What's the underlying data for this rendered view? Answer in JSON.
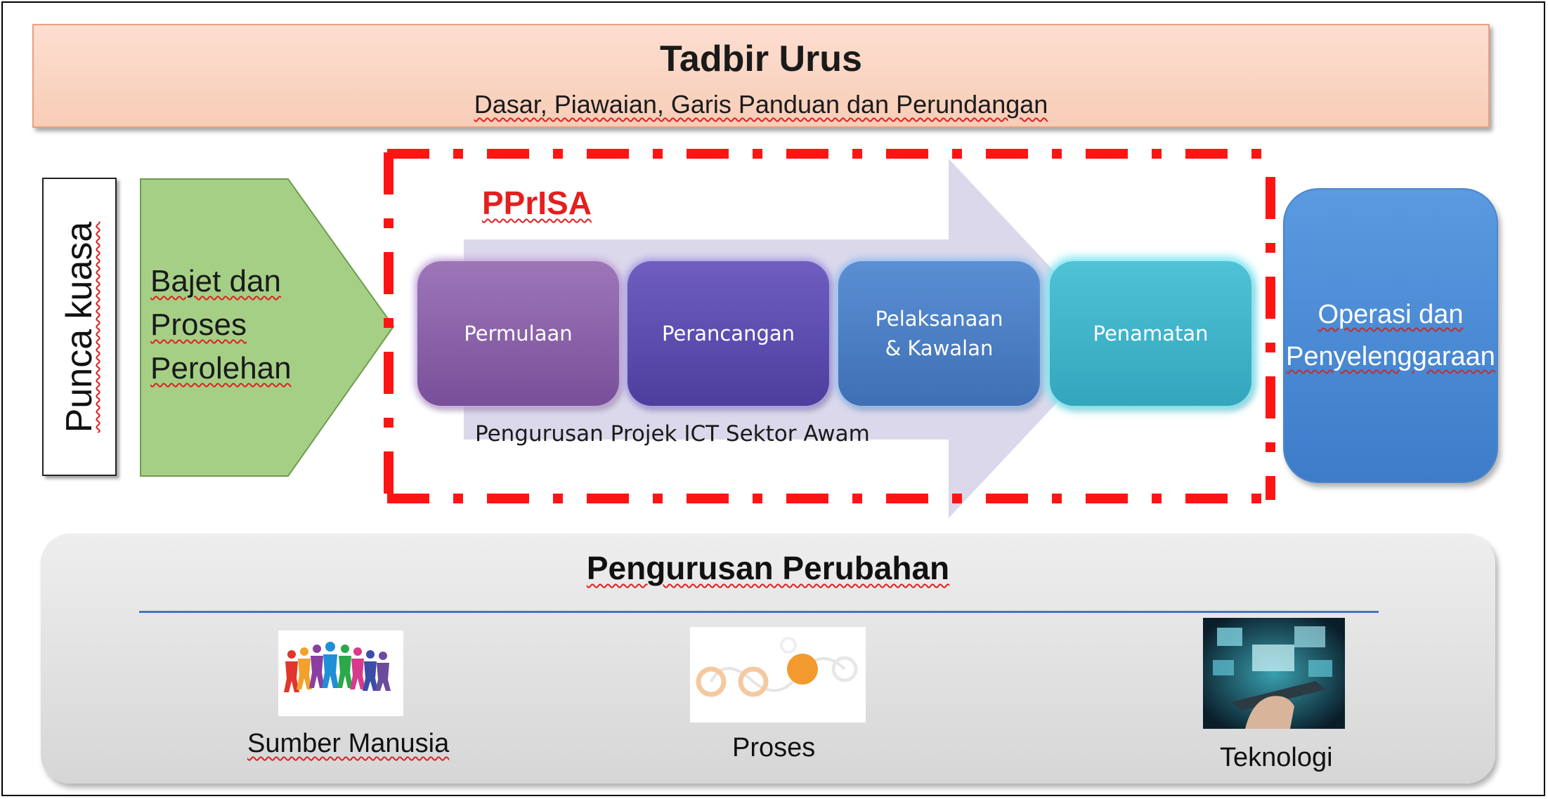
{
  "governance": {
    "title": "Tadbir Urus",
    "subtitle": "Dasar, Piawaian, Garis Panduan dan Perundangan"
  },
  "authority": {
    "label": "Punca kuasa"
  },
  "budget": {
    "line1": "Bajet dan",
    "line2": "Proses",
    "line3": "Perolehan"
  },
  "pprisa": {
    "title": "PPrISA",
    "caption": "Pengurusan Projek ICT Sektor Awam",
    "phases": [
      {
        "line1": "Permulaan",
        "line2": ""
      },
      {
        "line1": "Perancangan",
        "line2": ""
      },
      {
        "line1": "Pelaksanaan",
        "line2": "& Kawalan"
      },
      {
        "line1": "Penamatan",
        "line2": ""
      }
    ]
  },
  "operations": {
    "line1": "Operasi dan",
    "line2": "Penyelenggaraan"
  },
  "change_management": {
    "title": "Pengurusan Perubahan",
    "items": [
      {
        "label": "Sumber Manusia",
        "icon": "people-icon"
      },
      {
        "label": "Proses",
        "icon": "process-icon"
      },
      {
        "label": "Teknologi",
        "icon": "technology-icon"
      }
    ]
  },
  "colors": {
    "dash_red": "#ff0000",
    "green": "#a6cf86",
    "operasi_blue": "#4a8ad6"
  }
}
